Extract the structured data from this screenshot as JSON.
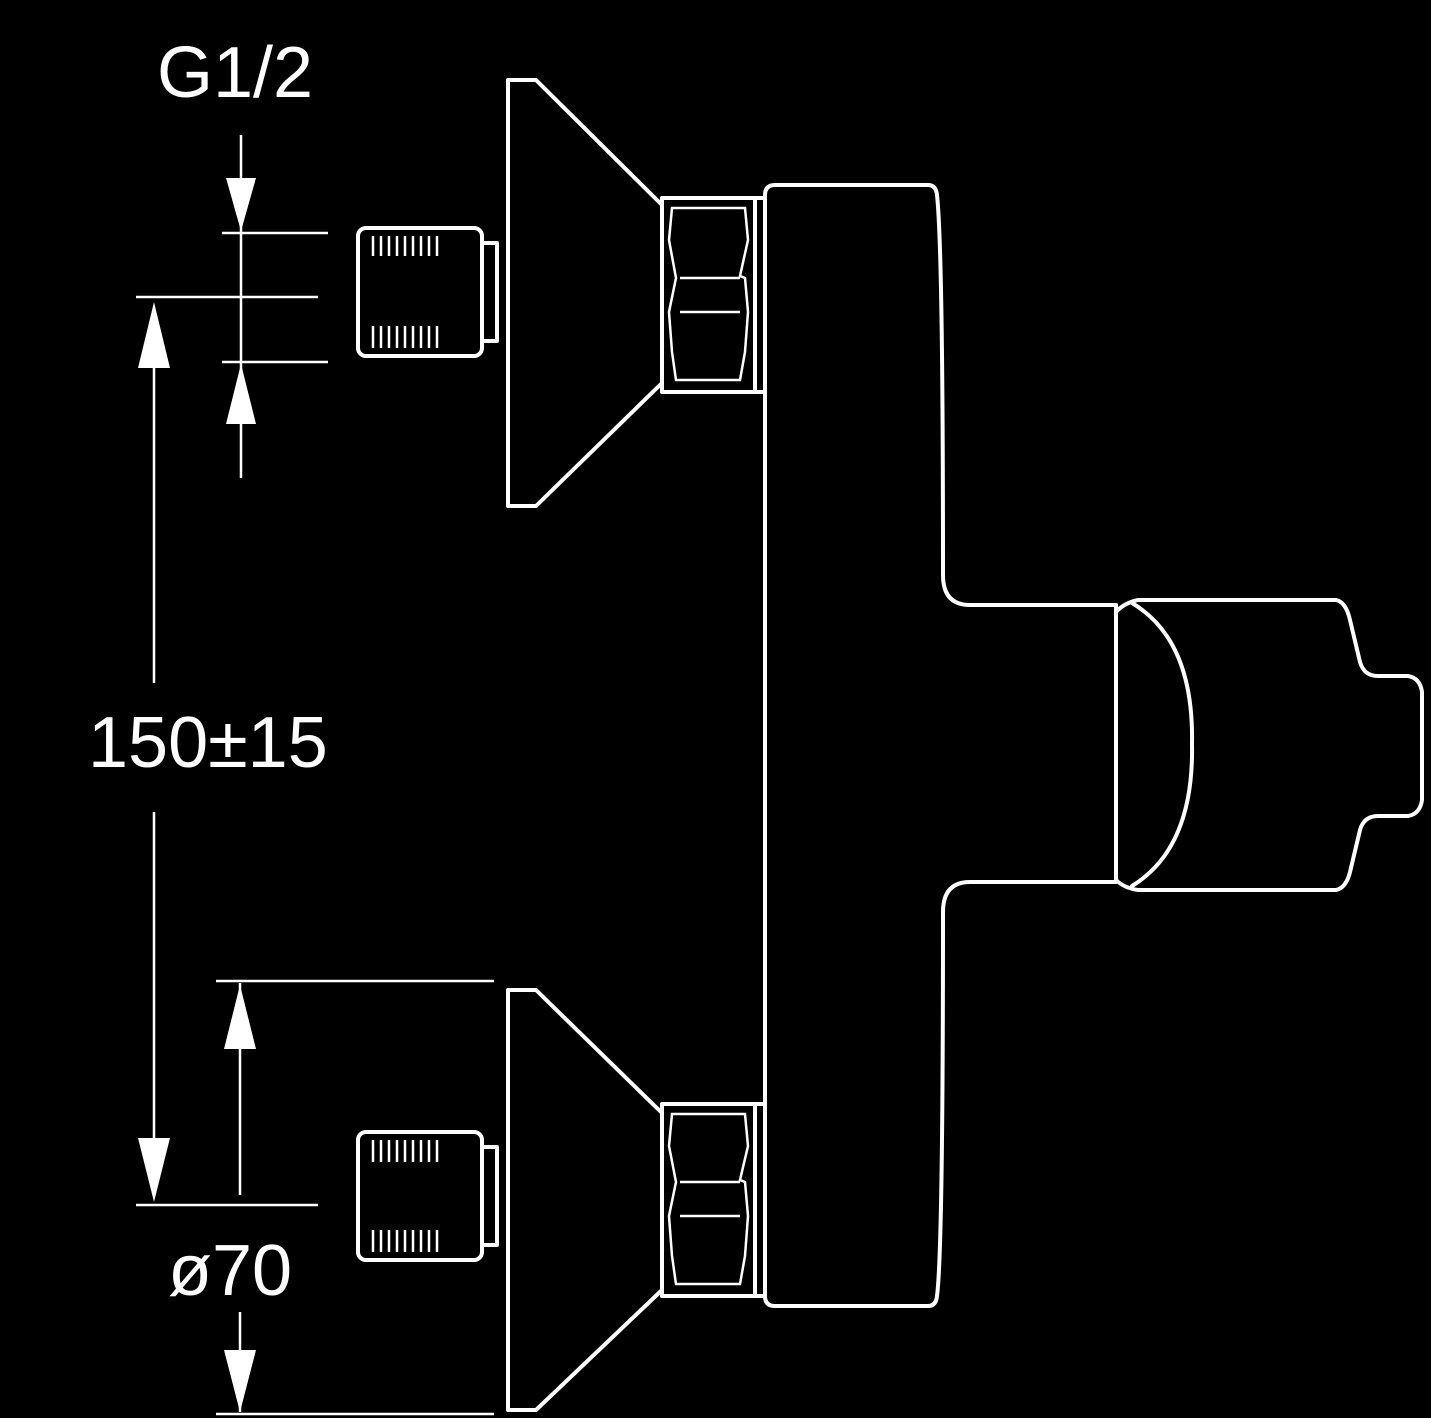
{
  "colors": {
    "background": "#000000",
    "line": "#ffffff"
  },
  "dimensions": {
    "thread": "G1/2",
    "center_distance": "150±15",
    "diameter": "ø70"
  }
}
